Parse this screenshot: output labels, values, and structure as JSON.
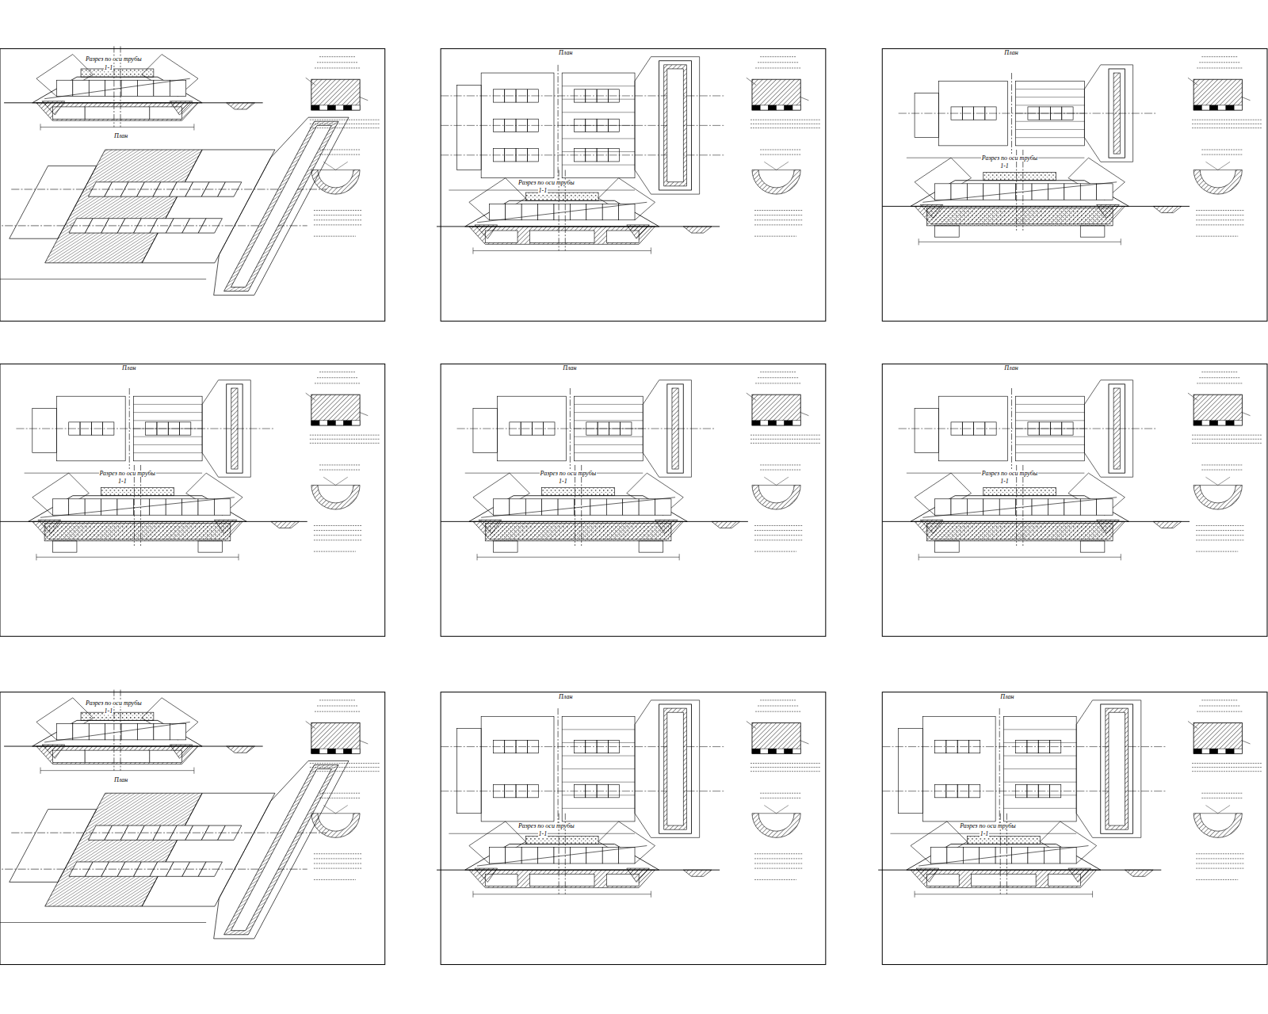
{
  "diagram": {
    "labels": [
      "Разрез по оси трубы",
      "1-1",
      "План",
      "План",
      "Разрез по оси трубы",
      "1-1",
      "План",
      "Разрез по оси трубы",
      "1-1",
      "План",
      "Разрез по оси трубы",
      "1-1",
      "План",
      "Разрез по оси трубы",
      "1-1",
      "План",
      "Разрез по оси трубы",
      "1-1",
      "Разрез по оси трубы",
      "1-1",
      "План",
      "План",
      "Разрез по оси трубы",
      "1-1",
      "План",
      "Разрез по оси трубы",
      "1-1"
    ]
  }
}
